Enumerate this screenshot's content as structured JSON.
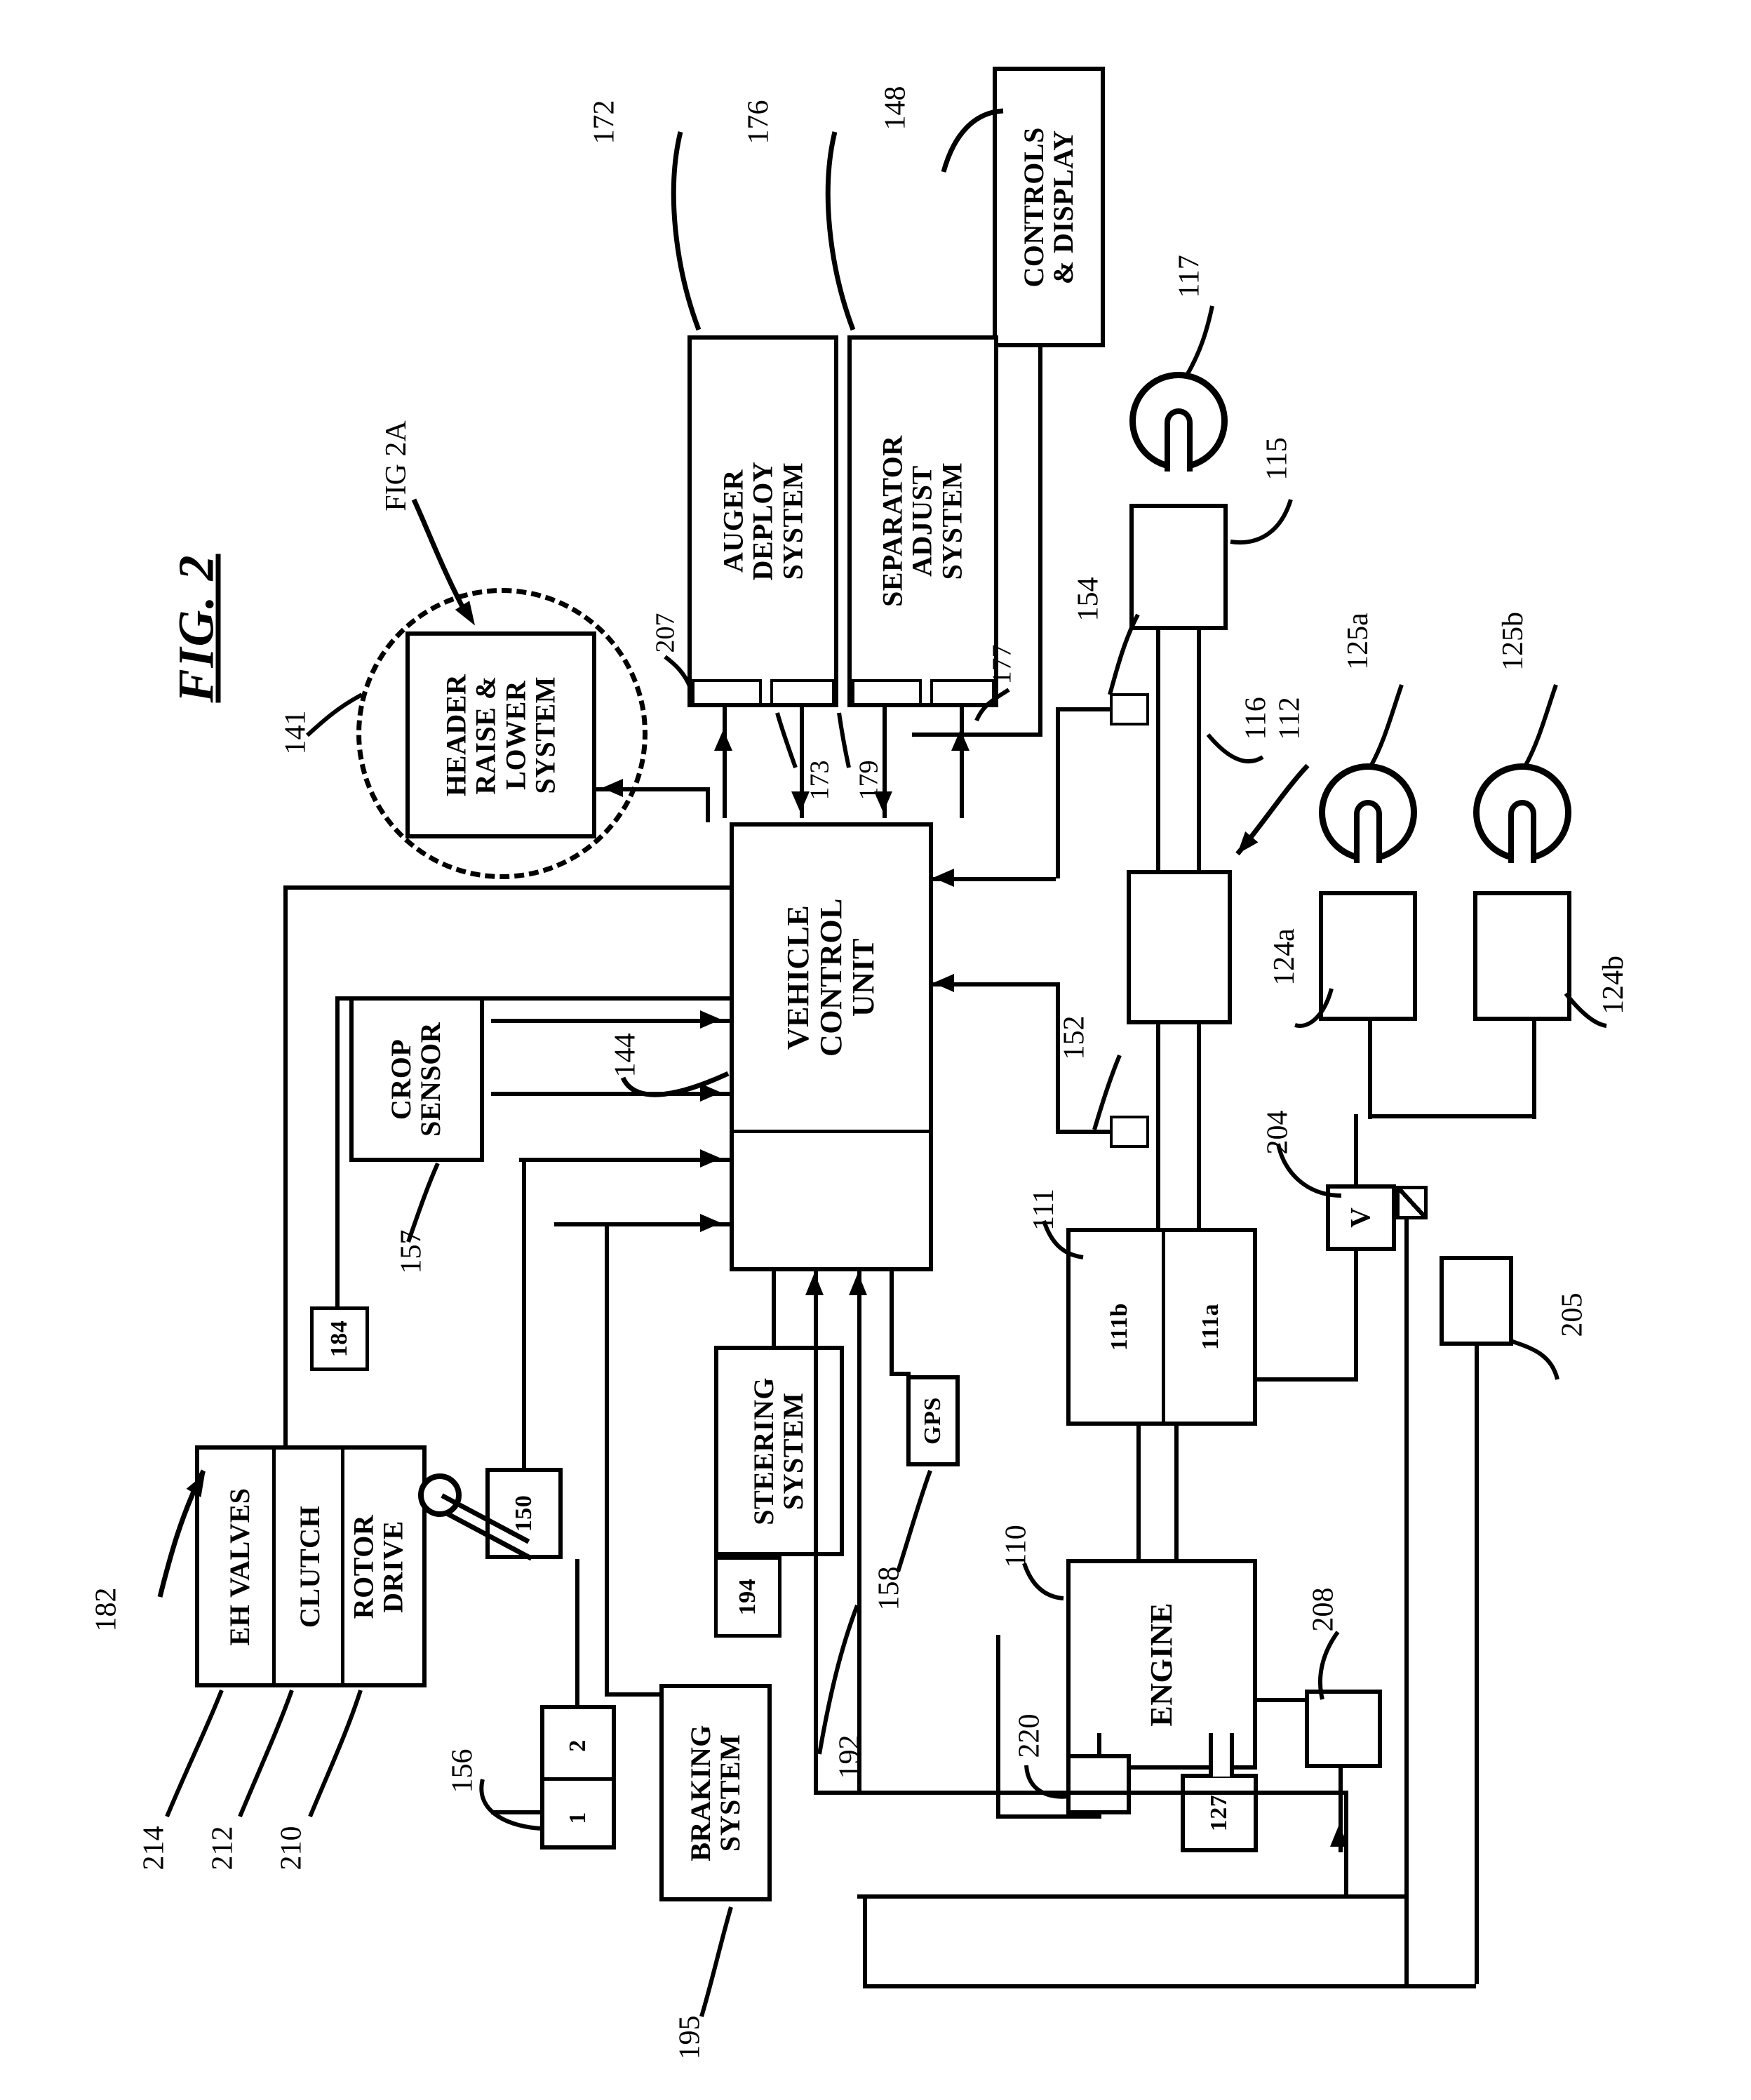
{
  "figure": {
    "title": "FIG. 2",
    "callout_note": "FIG 2A"
  },
  "blocks": {
    "controls_display": "CONTROLS\n& DISPLAY",
    "auger_deploy": "AUGER\nDEPLOY\nSYSTEM",
    "separator_adjust": "SEPARATOR\nADJUST\nSYSTEM",
    "header_raise_lower": "HEADER\nRAISE &\nLOWER\nSYSTEM",
    "vehicle_control_unit": "VEHICLE\nCONTROL\nUNIT",
    "crop_sensor": "CROP\nSENSOR",
    "steering_system": "STEERING\nSYSTEM",
    "gps": "GPS",
    "braking_system": "BRAKING\nSYSTEM",
    "engine": "ENGINE",
    "eh_valves": "EH VALVES",
    "clutch": "CLUTCH",
    "rotor_drive": "ROTOR\nDRIVE",
    "valve": "V",
    "transmission_a": "111a",
    "transmission_b": "111b",
    "selector_1": "1",
    "selector_2": "2",
    "box_184": "184",
    "box_150": "150",
    "box_194": "194",
    "box_127": "127"
  },
  "refs": {
    "r148": "148",
    "r172": "172",
    "r176": "176",
    "r141": "141",
    "r207": "207",
    "r177": "177",
    "r173": "173",
    "r179": "179",
    "r117": "117",
    "r115": "115",
    "r154": "154",
    "r116": "116",
    "r112": "112",
    "r125a": "125a",
    "r125b": "125b",
    "r124a": "124a",
    "r124b": "124b",
    "r152": "152",
    "r204": "204",
    "r205": "205",
    "r144": "144",
    "r157": "157",
    "r111": "111",
    "r110": "110",
    "r158": "158",
    "r192": "192",
    "r156": "156",
    "r195": "195",
    "r182": "182",
    "r214": "214",
    "r212": "212",
    "r210": "210",
    "r220": "220",
    "r208": "208",
    "r127": "127"
  }
}
